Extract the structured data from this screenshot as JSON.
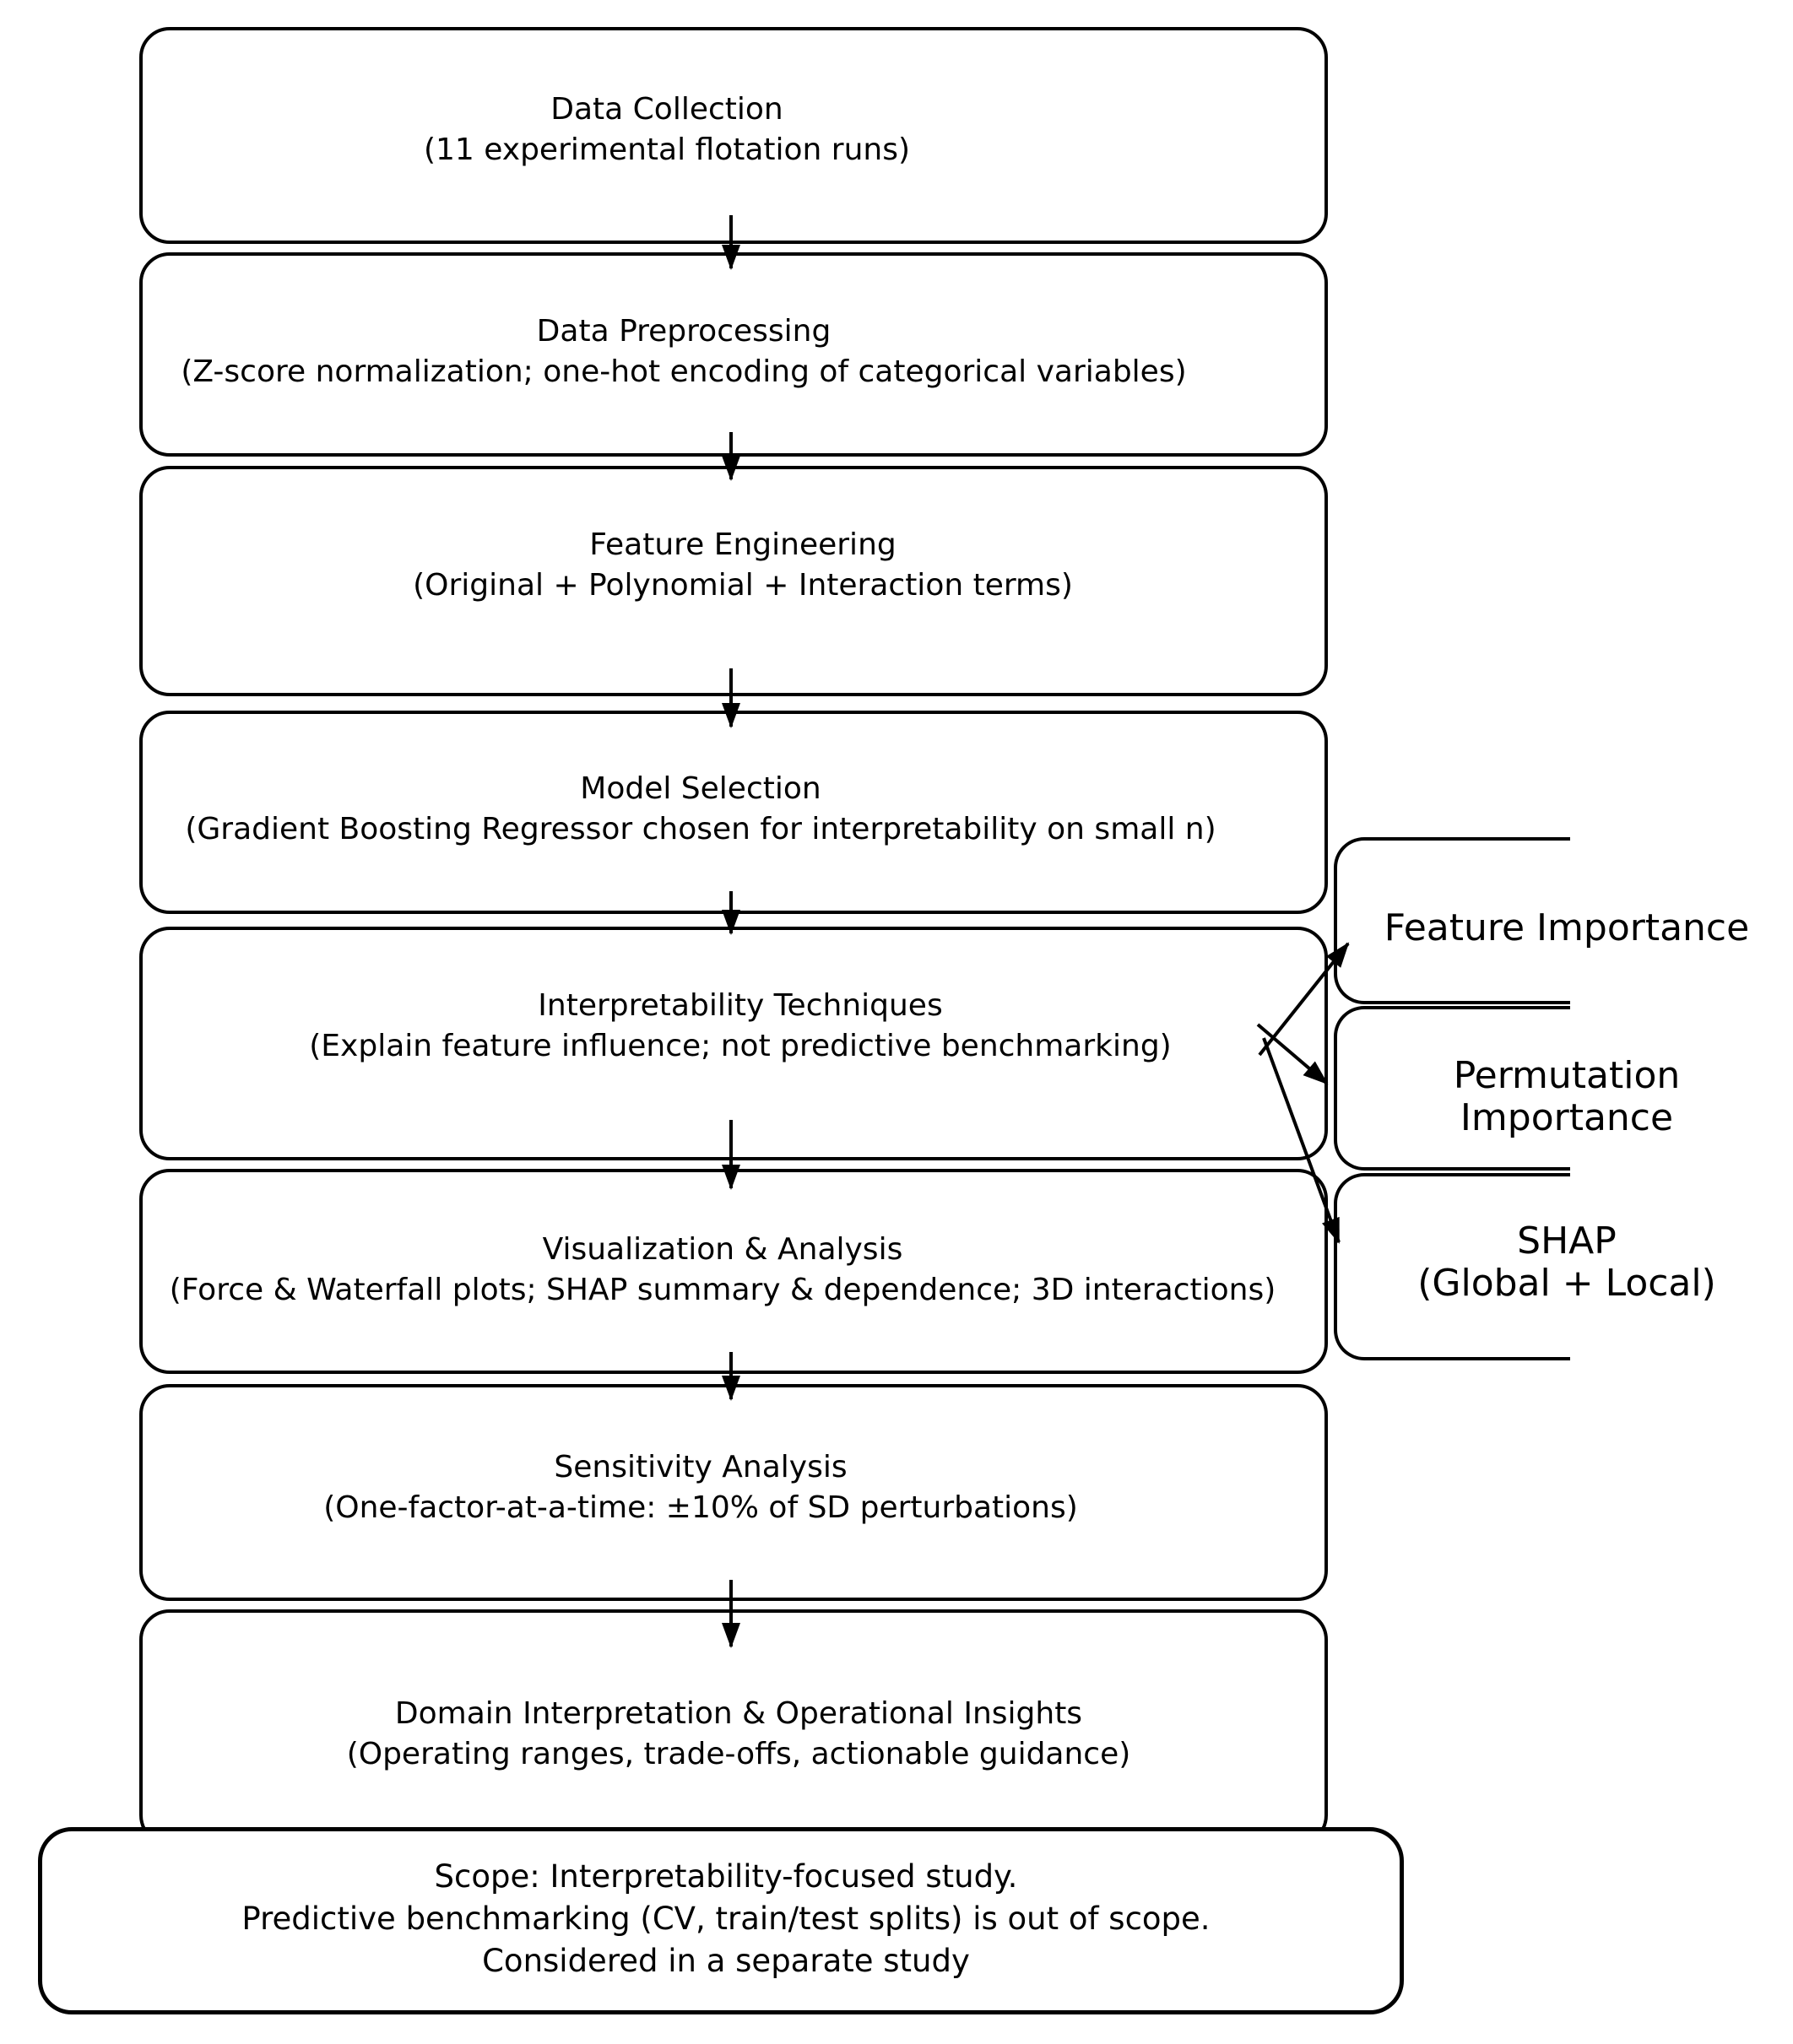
{
  "flow": {
    "boxes": [
      {
        "title": "Data Collection",
        "subtitle": "(11 experimental flotation runs)"
      },
      {
        "title": "Data Preprocessing",
        "subtitle": "(Z-score normalization; one-hot encoding of categorical variables)"
      },
      {
        "title": "Feature Engineering",
        "subtitle": "(Original + Polynomial + Interaction terms)"
      },
      {
        "title": "Model Selection",
        "subtitle": "(Gradient Boosting Regressor chosen for interpretability on small n)"
      },
      {
        "title": "Interpretability Techniques",
        "subtitle": "(Explain feature influence; not predictive benchmarking)"
      },
      {
        "title": "Visualization & Analysis",
        "subtitle": "(Force & Waterfall plots; SHAP summary & dependence; 3D interactions)"
      },
      {
        "title": "Sensitivity Analysis",
        "subtitle": "(One-factor-at-a-time: ±10% of SD perturbations)"
      },
      {
        "title": "Domain Interpretation & Operational Insights",
        "subtitle": "(Operating ranges, trade-offs, actionable guidance)"
      }
    ]
  },
  "side_panels": [
    {
      "line1": "Feature Importance",
      "line2": ""
    },
    {
      "line1": "Permutation",
      "line2": "Importance"
    },
    {
      "line1": "SHAP",
      "line2": "(Global + Local)"
    }
  ],
  "scope_note": {
    "line1": "Scope: Interpretability-focused study.",
    "line2": "Predictive benchmarking (CV, train/test splits) is out of scope.",
    "line3": "Considered in a separate study"
  },
  "colors": {
    "line": "#000000",
    "background": "#ffffff",
    "text": "#000000"
  }
}
